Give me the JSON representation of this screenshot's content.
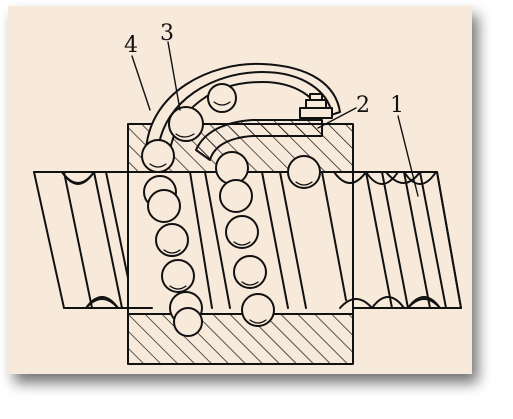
{
  "figure": {
    "background_color": "#f8eadb",
    "ink_color": "#111111",
    "shadow_color": "#6f6f6f",
    "labels": [
      {
        "id": "label-4",
        "text": "4"
      },
      {
        "id": "label-3",
        "text": "3"
      },
      {
        "id": "label-2",
        "text": "2"
      },
      {
        "id": "label-1",
        "text": "1"
      }
    ]
  }
}
